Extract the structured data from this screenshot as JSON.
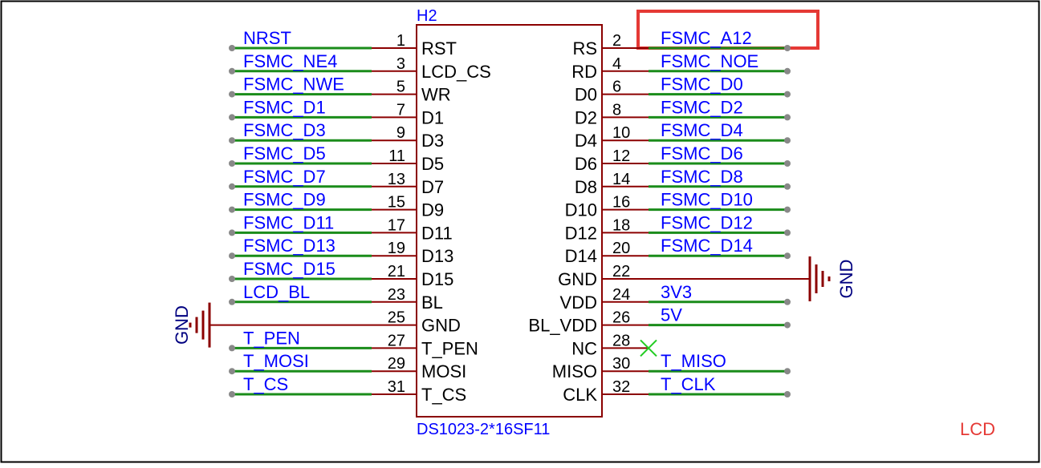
{
  "component": {
    "ref": "H2",
    "part": "DS1023-2*16SF11",
    "sheet_label": "LCD"
  },
  "colors": {
    "frame": "#000000",
    "body": "#8b0000",
    "pin_line": "#8b0000",
    "wire": "#1a8c1a",
    "net_label": "#0000ff",
    "pin_text": "#000000",
    "power_text": "#000080",
    "highlight": "#e53935",
    "no_connect": "#22cc22"
  },
  "left_pins": [
    {
      "num": "1",
      "name": "RST",
      "net": "NRST"
    },
    {
      "num": "3",
      "name": "LCD_CS",
      "net": "FSMC_NE4"
    },
    {
      "num": "5",
      "name": "WR",
      "net": "FSMC_NWE"
    },
    {
      "num": "7",
      "name": "D1",
      "net": "FSMC_D1"
    },
    {
      "num": "9",
      "name": "D3",
      "net": "FSMC_D3"
    },
    {
      "num": "11",
      "name": "D5",
      "net": "FSMC_D5"
    },
    {
      "num": "13",
      "name": "D7",
      "net": "FSMC_D7"
    },
    {
      "num": "15",
      "name": "D9",
      "net": "FSMC_D9"
    },
    {
      "num": "17",
      "name": "D11",
      "net": "FSMC_D11"
    },
    {
      "num": "19",
      "name": "D13",
      "net": "FSMC_D13"
    },
    {
      "num": "21",
      "name": "D15",
      "net": "FSMC_D15"
    },
    {
      "num": "23",
      "name": "BL",
      "net": "LCD_BL"
    },
    {
      "num": "25",
      "name": "GND",
      "net": "",
      "power": "GND"
    },
    {
      "num": "27",
      "name": "T_PEN",
      "net": "T_PEN"
    },
    {
      "num": "29",
      "name": "MOSI",
      "net": "T_MOSI"
    },
    {
      "num": "31",
      "name": "T_CS",
      "net": "T_CS"
    }
  ],
  "right_pins": [
    {
      "num": "2",
      "name": "RS",
      "net": "FSMC_A12",
      "highlight": true
    },
    {
      "num": "4",
      "name": "RD",
      "net": "FSMC_NOE"
    },
    {
      "num": "6",
      "name": "D0",
      "net": "FSMC_D0"
    },
    {
      "num": "8",
      "name": "D2",
      "net": "FSMC_D2"
    },
    {
      "num": "10",
      "name": "D4",
      "net": "FSMC_D4"
    },
    {
      "num": "12",
      "name": "D6",
      "net": "FSMC_D6"
    },
    {
      "num": "14",
      "name": "D8",
      "net": "FSMC_D8"
    },
    {
      "num": "16",
      "name": "D10",
      "net": "FSMC_D10"
    },
    {
      "num": "18",
      "name": "D12",
      "net": "FSMC_D12"
    },
    {
      "num": "20",
      "name": "D14",
      "net": "FSMC_D14"
    },
    {
      "num": "22",
      "name": "GND",
      "net": "",
      "power": "GND"
    },
    {
      "num": "24",
      "name": "VDD",
      "net": "3V3"
    },
    {
      "num": "26",
      "name": "BL_VDD",
      "net": "5V"
    },
    {
      "num": "28",
      "name": "NC",
      "net": "",
      "no_connect": true
    },
    {
      "num": "30",
      "name": "MISO",
      "net": "T_MISO"
    },
    {
      "num": "32",
      "name": "CLK",
      "net": "T_CLK"
    }
  ]
}
